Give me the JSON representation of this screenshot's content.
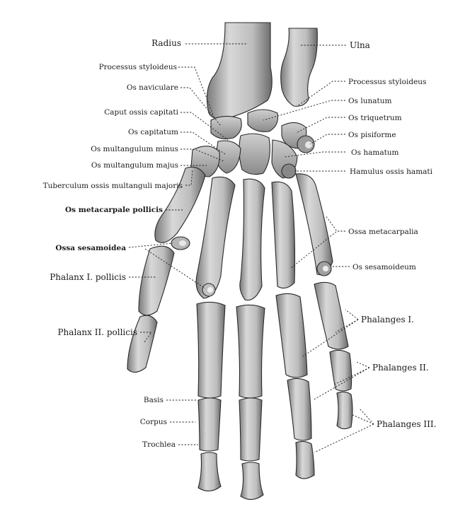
{
  "labels": {
    "radius": "Radius",
    "ulna": "Ulna",
    "proc_styl_radius": "Processus styloideus",
    "proc_styl_ulna": "Processus styloideus",
    "os_naviculare": "Os naviculare",
    "os_lunatum": "Os lunatum",
    "caput_ossis_capitati": "Caput ossis capitati",
    "os_triquetrum": "Os triquetrum",
    "os_capitatum": "Os capitatum",
    "os_pisiforme": "Os pisiforme",
    "os_mult_minus": "Os multangulum minus",
    "os_hamatum": "Os hamatum",
    "os_mult_majus": "Os multangulum majus",
    "hamulus": "Hamulus ossis hamati",
    "tuberculum": "Tuberculum ossis multanguli majoris",
    "os_metacarpale_pollicis": "Os metacarpale pollicis",
    "ossa_metacarpalia": "Ossa metacarpalia",
    "ossa_sesamoidea": "Ossa sesamoidea",
    "os_sesamoideum": "Os sesamoideum",
    "phalanx_i_pollicis": "Phalanx I. pollicis",
    "phalanges_i": "Phalanges I.",
    "phalanx_ii_pollicis": "Phalanx II. pollicis",
    "phalanges_ii": "Phalanges II.",
    "basis": "Basis",
    "corpus": "Corpus",
    "phalanges_iii": "Phalanges III.",
    "trochlea": "Trochlea"
  },
  "colors": {
    "bone_light": "#d9d9d9",
    "bone_mid": "#a8a8a8",
    "bone_dark": "#6e6e6e",
    "line": "#222222"
  }
}
